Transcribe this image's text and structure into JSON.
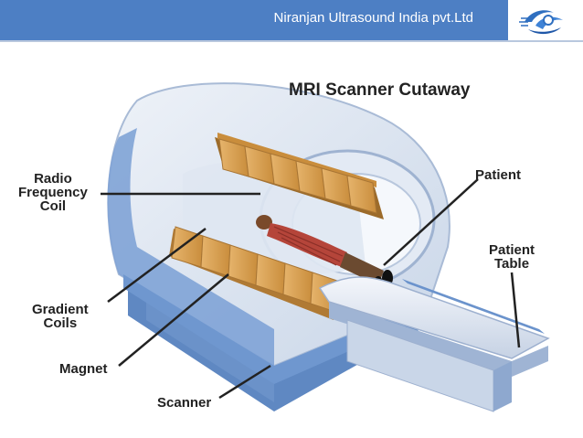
{
  "header": {
    "company": "Niranjan Ultrasound India pvt.Ltd",
    "brand_color": "#4d7fc4"
  },
  "logo": {
    "icon": "company-logo-icon"
  },
  "diagram": {
    "title": "MRI Scanner Cutaway",
    "labels": {
      "radio_frequency_coil": "Radio\nFrequency\nCoil",
      "patient": "Patient",
      "patient_table": "Patient\nTable",
      "gradient_coils": "Gradient\nCoils",
      "magnet": "Magnet",
      "scanner": "Scanner"
    }
  }
}
